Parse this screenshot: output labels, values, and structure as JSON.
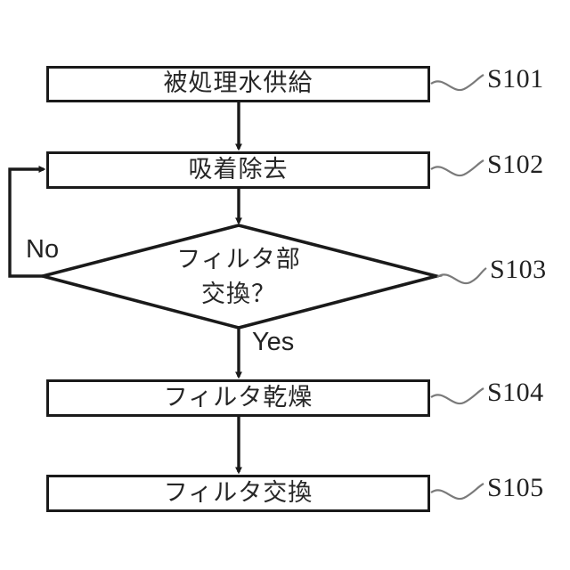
{
  "figure": {
    "type": "flowchart",
    "orientation": "vertical",
    "background_color": "#ffffff",
    "line_color": "#1a1a1a",
    "leader_color": "#7a7a7a",
    "text_color": "#262626"
  },
  "nodes": [
    {
      "id": "S101",
      "shape": "process",
      "label": "被処理水供給",
      "tag": "S101"
    },
    {
      "id": "S102",
      "shape": "process",
      "label": "吸着除去",
      "tag": "S102"
    },
    {
      "id": "S103",
      "shape": "decision",
      "label_line1": "フィルタ部",
      "label_line2": "交換？",
      "tag": "S103"
    },
    {
      "id": "S104",
      "shape": "process",
      "label": "フィルタ乾燥",
      "tag": "S104"
    },
    {
      "id": "S105",
      "shape": "process",
      "label": "フィルタ交換",
      "tag": "S105"
    }
  ],
  "branches": {
    "no_label": "No",
    "yes_label": "Yes"
  },
  "edges": [
    {
      "from": "S101",
      "to": "S102",
      "label": ""
    },
    {
      "from": "S102",
      "to": "S103",
      "label": ""
    },
    {
      "from": "S103",
      "to": "S102",
      "label": "No"
    },
    {
      "from": "S103",
      "to": "S104",
      "label": "Yes"
    },
    {
      "from": "S104",
      "to": "S105",
      "label": ""
    }
  ]
}
